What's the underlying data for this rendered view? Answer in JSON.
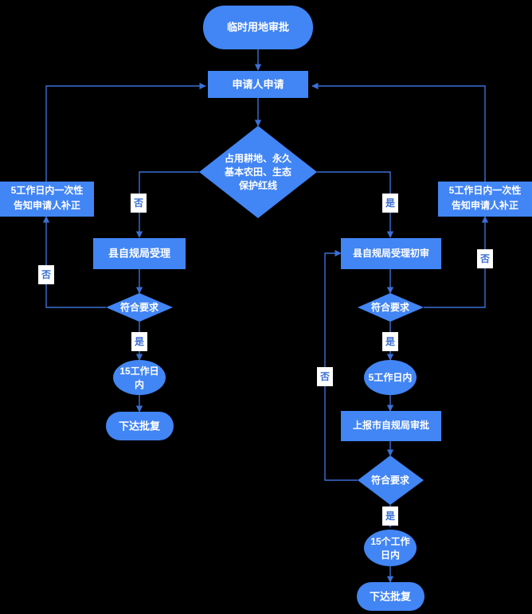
{
  "diagram": {
    "title": "临时用地审批",
    "background_color": "#000000",
    "node_fill": "#4285f4",
    "node_text_color": "#ffffff",
    "edge_color": "#3b6fd4",
    "label_text_color": "#3b6fd4",
    "label_bg_color": "#ffffff",
    "nodes": {
      "start": {
        "label": "临时用地审批",
        "shape": "stadium"
      },
      "apply": {
        "label": "申请人申请",
        "shape": "rect"
      },
      "decision_land": {
        "label_line1": "占用耕地、永久",
        "label_line2": "基本农田、生态",
        "label_line3": "保护红线",
        "shape": "diamond"
      },
      "notify_left": {
        "label_line1": "5工作日内一次性",
        "label_line2": "告知申请人补正",
        "shape": "rect"
      },
      "notify_right": {
        "label_line1": "5工作日内一次性",
        "label_line2": "告知申请人补正",
        "shape": "rect"
      },
      "county_accept": {
        "label": "县自规局受理",
        "shape": "rect"
      },
      "check_left": {
        "label": "符合要求",
        "shape": "diamond"
      },
      "days15_left": {
        "label_line1": "15工作日",
        "label_line2": "内",
        "shape": "ellipse"
      },
      "reply_left": {
        "label": "下达批复",
        "shape": "stadium"
      },
      "county_first_review": {
        "label": "县自规局受理初审",
        "shape": "rect"
      },
      "check_right": {
        "label": "符合要求",
        "shape": "diamond"
      },
      "days5_right": {
        "label": "5工作日内",
        "shape": "ellipse"
      },
      "city_approve": {
        "label": "上报市自规局审批",
        "shape": "rect"
      },
      "check_city": {
        "label": "符合要求",
        "shape": "diamond"
      },
      "days15_city": {
        "label_line1": "15个工作",
        "label_line2": "日内",
        "shape": "ellipse"
      },
      "reply_right": {
        "label": "下达批复",
        "shape": "stadium"
      }
    },
    "edge_labels": {
      "land_no": "否",
      "land_yes": "是",
      "check_left_no": "否",
      "check_left_yes": "是",
      "check_right_no": "否",
      "check_right_yes": "是",
      "check_city_no": "否",
      "check_city_yes": "是"
    }
  }
}
